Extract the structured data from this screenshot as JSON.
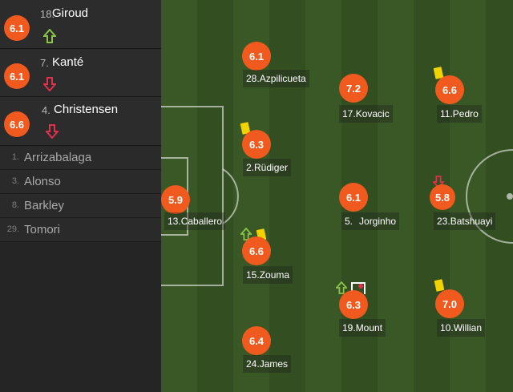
{
  "substitutes": [
    {
      "number": "18.",
      "name": "Giroud",
      "rating": "6.1",
      "sub": "on"
    },
    {
      "number": "7.",
      "name": "Kanté",
      "rating": "6.1",
      "sub": "off"
    },
    {
      "number": "4.",
      "name": "Christensen",
      "rating": "6.6",
      "sub": "off"
    }
  ],
  "bench": [
    {
      "number": "1.",
      "name": "Arrizabalaga"
    },
    {
      "number": "3.",
      "name": "Alonso"
    },
    {
      "number": "8.",
      "name": "Barkley"
    },
    {
      "number": "29.",
      "name": "Tomori"
    }
  ],
  "players": [
    {
      "number": "13.",
      "name": "Caballero",
      "rating": "5.9"
    },
    {
      "number": "28.",
      "name": "Azpilicueta",
      "rating": "6.1"
    },
    {
      "number": "2.",
      "name": "Rüdiger",
      "rating": "6.3",
      "yellow_card": true
    },
    {
      "number": "15.",
      "name": "Zouma",
      "rating": "6.6",
      "yellow_card": true,
      "sub": "on"
    },
    {
      "number": "24.",
      "name": "James",
      "rating": "6.4"
    },
    {
      "number": "17.",
      "name": "Kovacic",
      "rating": "7.2"
    },
    {
      "number": "5.",
      "name": "Jorginho",
      "rating": "6.1"
    },
    {
      "number": "19.",
      "name": "Mount",
      "rating": "6.3",
      "sub": "on",
      "goal": true
    },
    {
      "number": "11.",
      "name": "Pedro",
      "rating": "6.6",
      "yellow_card": true
    },
    {
      "number": "23.",
      "name": "Batshuayi",
      "rating": "5.8",
      "sub": "off"
    },
    {
      "number": "10.",
      "name": "Willian",
      "rating": "7.0",
      "yellow_card": true
    }
  ],
  "colors": {
    "rating": "#f05a1e",
    "sub_on": "#8bc34a",
    "sub_off": "#e0304a",
    "yellow_card": "#f2d200"
  }
}
